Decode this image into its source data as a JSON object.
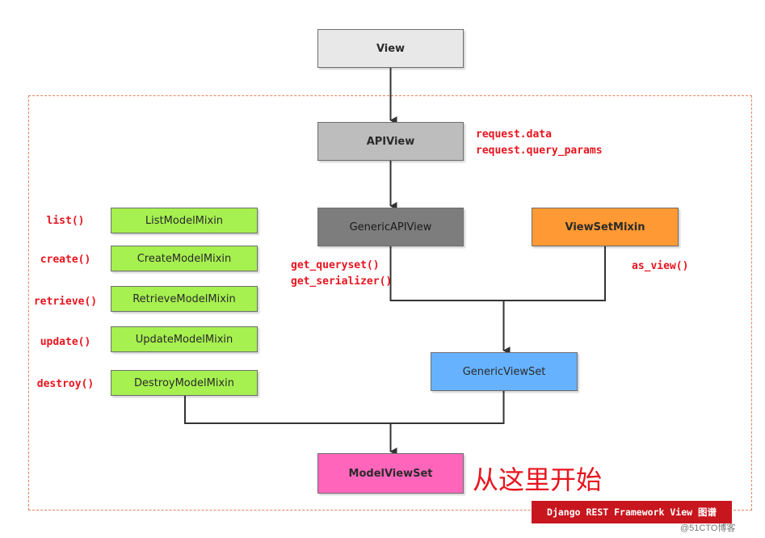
{
  "nodes": {
    "view": "View",
    "apiview": "APIView",
    "generic_api_view": "GenericAPIView",
    "viewset_mixin": "ViewSetMixin",
    "generic_viewset": "GenericViewSet",
    "model_viewset": "ModelViewSet",
    "mixins": [
      "ListModelMixin",
      "CreateModelMixin",
      "RetrieveModelMixin",
      "UpdateModelMixin",
      "DestroyModelMixin"
    ]
  },
  "annotations": {
    "apiview_attrs": [
      "request.data",
      "request.query_params"
    ],
    "generic_methods": [
      "get_queryset()",
      "get_serializer()"
    ],
    "viewset_method": "as_view()",
    "mixin_methods": [
      "list()",
      "create()",
      "retrieve()",
      "update()",
      "destroy()"
    ]
  },
  "start_note": "从这里开始",
  "caption": "Django REST Framework View 图谱",
  "watermark": "@51CTO博客",
  "colors": {
    "view": "#e8e8e8",
    "apiview": "#bdbdbd",
    "generic_api_view": "#7d7d7d",
    "viewset_mixin": "#ff9933",
    "generic_viewset": "#66b2ff",
    "model_viewset": "#ff66bb",
    "mixin": "#a6f050",
    "annotation": "#e8141e",
    "frame": "#e0845f"
  }
}
